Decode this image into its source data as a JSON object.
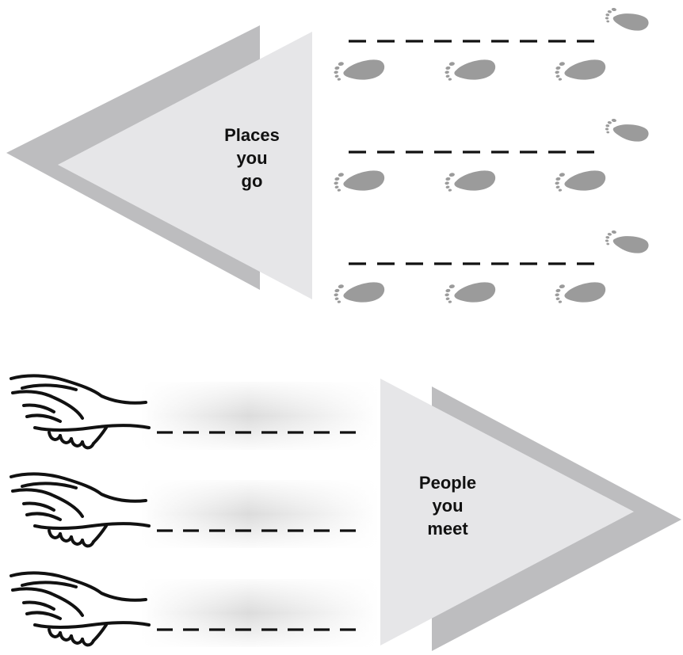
{
  "places_arrow": {
    "label_lines": [
      "Places",
      "you",
      "go"
    ],
    "rows": 3,
    "footprints_per_row": 3,
    "colors": {
      "back": "#bdbdbf",
      "front": "#e6e6e8",
      "footprint": "#9b9b9b",
      "blank_line": "#111111"
    }
  },
  "people_arrow": {
    "label_lines": [
      "People",
      "you",
      "meet"
    ],
    "rows": 3,
    "colors": {
      "back": "#bdbdbf",
      "front": "#e6e6e8",
      "band": "#e2e2e2",
      "handshake": "#111111",
      "blank_line": "#111111"
    }
  }
}
